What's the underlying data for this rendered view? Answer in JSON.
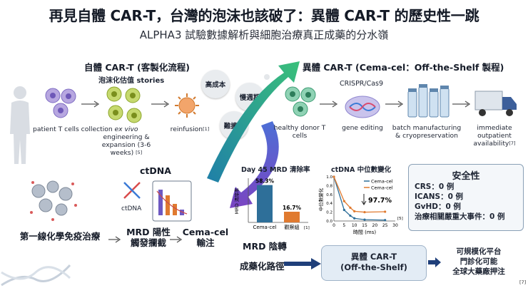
{
  "header": {
    "title": "再見自體 CAR-T，台灣的泡沫也該破了：異體 CAR-T 的歷史性一跳",
    "subtitle": "ALPHA3 試驗數據解析與細胞治療真正成藥的分水嶺"
  },
  "autologous": {
    "heading": "自體 CAR-T (客製化流程)",
    "bubble_label": "泡沫化估值 stories",
    "step1": "patient T cells collection",
    "step2_italic": "ex vivo",
    "step2_rest": " engineering & expansion (3-6 weeks)",
    "step2_ref": "[5]",
    "step3": "reinfusion",
    "step3_ref": "[1]",
    "bubbles": [
      "高成本",
      "慢週期",
      "難擴張"
    ]
  },
  "allogeneic": {
    "heading": "異體 CAR-T (Cema-cel：Off-the-Shelf 製程)",
    "crispr": "CRISPR/Cas9",
    "step1": "healthy donor T cells",
    "step2": "gene editing",
    "step3": "batch manufacturing & cryopreservation",
    "step4": "immediate outpatient availability",
    "step4_ref": "[7]"
  },
  "left_panel": {
    "ctdna_heading": "ctDNA",
    "ctdna_small": "ctDNA",
    "first_line": "第一線化學免疫治療",
    "mrd_positive": "MRD 陽性\n觸發攔截",
    "cema_infusion": "Cema-cel\n輸注",
    "mrd_negative": "MRD 陰轉",
    "commercial_path": "成藥化路徑"
  },
  "mrd_chart": {
    "title": "Day 45 MRD 清除率",
    "ylabel": "MRD 清除率",
    "ref": "[1]"
  },
  "ctdna_chart": {
    "title": "ctDNA 中位數變化",
    "ylabel": "中位數變化",
    "xlabel": "時間 (ms)",
    "annotation": "97.7%",
    "ref": "[5]"
  },
  "safety": {
    "title": "安全性",
    "items": [
      "CRS：0 例",
      "ICANS：0 例",
      "GvHD：0 例",
      "治療相關嚴重大事件：0 例"
    ]
  },
  "outcome": {
    "box": "異體 CAR-T\n(Off-the-Shelf)",
    "results": "可規模化平台\n門診化可能\n全球大藥廠押注",
    "ref": "[7]"
  },
  "colors": {
    "cema": "#2e6f99",
    "control": "#e07a2f",
    "teal_arrow": "#1fa39a",
    "purple_arrow": "#6a4fc2",
    "navy": "#1f3f7a"
  },
  "chart_data": [
    {
      "type": "bar",
      "categories": [
        "Cema-cel",
        "觀察組"
      ],
      "values": [
        58.3,
        16.7
      ],
      "value_labels": [
        "58.3%",
        "16.7%"
      ],
      "ylabel": "MRD 清除率",
      "title": "Day 45 MRD 清除率"
    },
    {
      "type": "line",
      "title": "ctDNA 中位數變化",
      "xlabel": "時間 (ms)",
      "ylabel": "中位數變化",
      "x_ticks": [
        0,
        5,
        10,
        15,
        20,
        25,
        30
      ],
      "y_ticks": [
        0.0,
        0.2,
        0.4,
        0.6,
        0.8,
        1.0
      ],
      "xlim": [
        0,
        30
      ],
      "ylim": [
        0,
        1.0
      ],
      "series": [
        {
          "name": "Cema-cel",
          "x": [
            0,
            5,
            8,
            10,
            15,
            25
          ],
          "y": [
            1.0,
            0.25,
            0.12,
            0.06,
            0.03,
            0.02
          ]
        },
        {
          "name": "Cema-cel",
          "x": [
            0,
            5,
            8,
            10,
            15,
            25
          ],
          "y": [
            1.0,
            0.45,
            0.3,
            0.22,
            0.2,
            0.21
          ]
        }
      ]
    }
  ]
}
